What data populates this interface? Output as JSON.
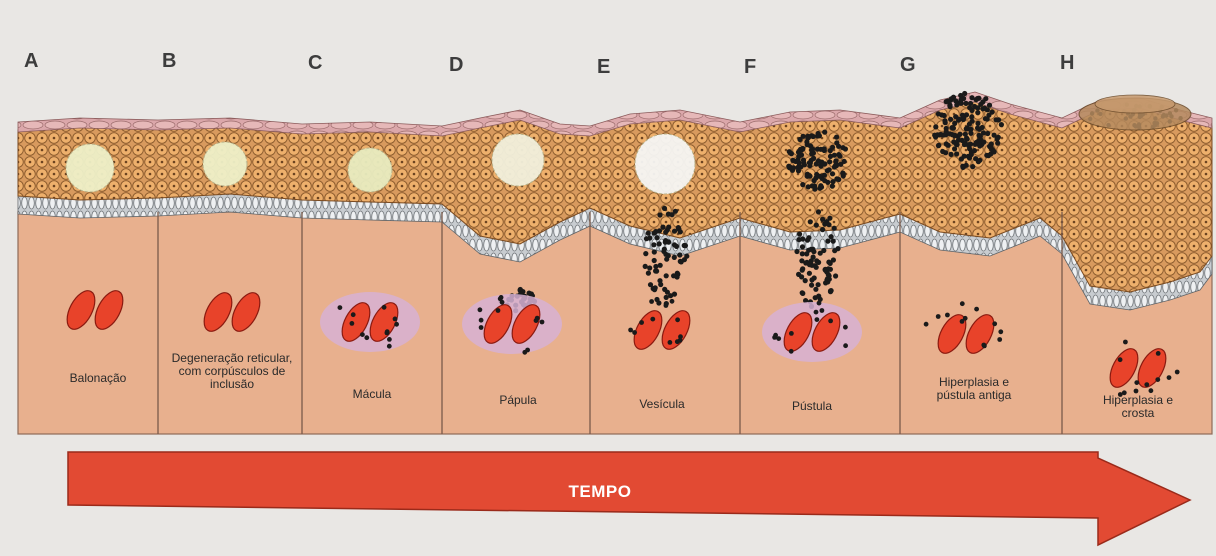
{
  "stages": [
    {
      "letter": "A",
      "caption": "Balonação"
    },
    {
      "letter": "B",
      "caption": "Degeneração reticular, com corpúsculos de inclusão"
    },
    {
      "letter": "C",
      "caption": "Mácula"
    },
    {
      "letter": "D",
      "caption": "Pápula"
    },
    {
      "letter": "E",
      "caption": "Vesícula"
    },
    {
      "letter": "F",
      "caption": "Pústula"
    },
    {
      "letter": "G",
      "caption": "Hiperplasia e pústula antiga"
    },
    {
      "letter": "H",
      "caption": "Hiperplasia e crosta"
    }
  ],
  "arrow": {
    "label": "TEMPO"
  },
  "colors": {
    "background": "#e9e7e4",
    "dermis": "#e8b08e",
    "cell_fill": "#e8a864",
    "cell_stroke": "#8a5a2c",
    "surface": "#d9a5a8",
    "vessel": "#e8432a",
    "inflammatory_halo": "#d7b2d4",
    "virus_dots": "#1a1a1a",
    "arrow": "#e24a33"
  }
}
